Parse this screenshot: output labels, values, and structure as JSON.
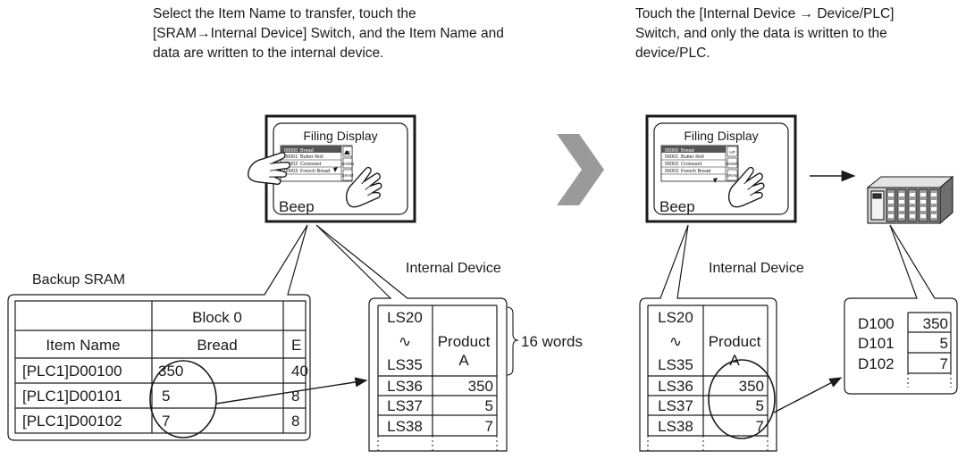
{
  "captions": {
    "left": "Select the Item Name to transfer, touch the [SRAM→Internal Device] Switch, and the Item Name and data are written to the internal device.",
    "right": "Touch the  [Internal Device → Device/PLC] Switch, and only the data is written to the device/PLC."
  },
  "screen_left": {
    "title": "Filing Display",
    "footer": "Beep",
    "rows": [
      "Bread",
      "Butter Roll",
      "Croissant",
      "French Bread"
    ],
    "row_ids": [
      "00000",
      "00001",
      "00002",
      "00003"
    ],
    "buttons": [
      "UP",
      "DOWN",
      "SRAM"
    ]
  },
  "screen_right": {
    "title": "Filing Display",
    "footer": "Beep",
    "rows": [
      "Bread",
      "Butter Roll",
      "Croissant",
      "French Bread"
    ],
    "row_ids": [
      "00000",
      "00001",
      "00002",
      "00003"
    ],
    "buttons": [
      "UP",
      "DOWN",
      "SRAM"
    ]
  },
  "sram": {
    "label": "Backup SRAM",
    "block_header": "Block 0",
    "item_header": "Item Name",
    "col_value": "Bread",
    "col_next": "E",
    "rows": [
      {
        "address": "[PLC1]D00100",
        "value": "350",
        "next": "40"
      },
      {
        "address": "[PLC1]D00101",
        "value": "5",
        "next": "8"
      },
      {
        "address": "[PLC1]D00102",
        "value": "7",
        "next": "8"
      }
    ]
  },
  "internal_left": {
    "label": "Internal Device",
    "range_top": "LS20",
    "range_sep": "∿",
    "range_bottom": "LS35",
    "product_line1": "Product",
    "product_line2": "A",
    "words": "16 words",
    "rows": [
      {
        "addr": "LS36",
        "value": "350"
      },
      {
        "addr": "LS37",
        "value": "5"
      },
      {
        "addr": "LS38",
        "value": "7"
      }
    ]
  },
  "internal_right": {
    "label": "Internal Device",
    "range_top": "LS20",
    "range_sep": "∿",
    "range_bottom": "LS35",
    "product_line1": "Product",
    "product_line2": "A",
    "rows": [
      {
        "addr": "LS36",
        "value": "350"
      },
      {
        "addr": "LS37",
        "value": "5"
      },
      {
        "addr": "LS38",
        "value": "7"
      }
    ]
  },
  "plc": {
    "rows": [
      {
        "addr": "D100",
        "value": "350"
      },
      {
        "addr": "D101",
        "value": "5"
      },
      {
        "addr": "D102",
        "value": "7"
      }
    ]
  }
}
